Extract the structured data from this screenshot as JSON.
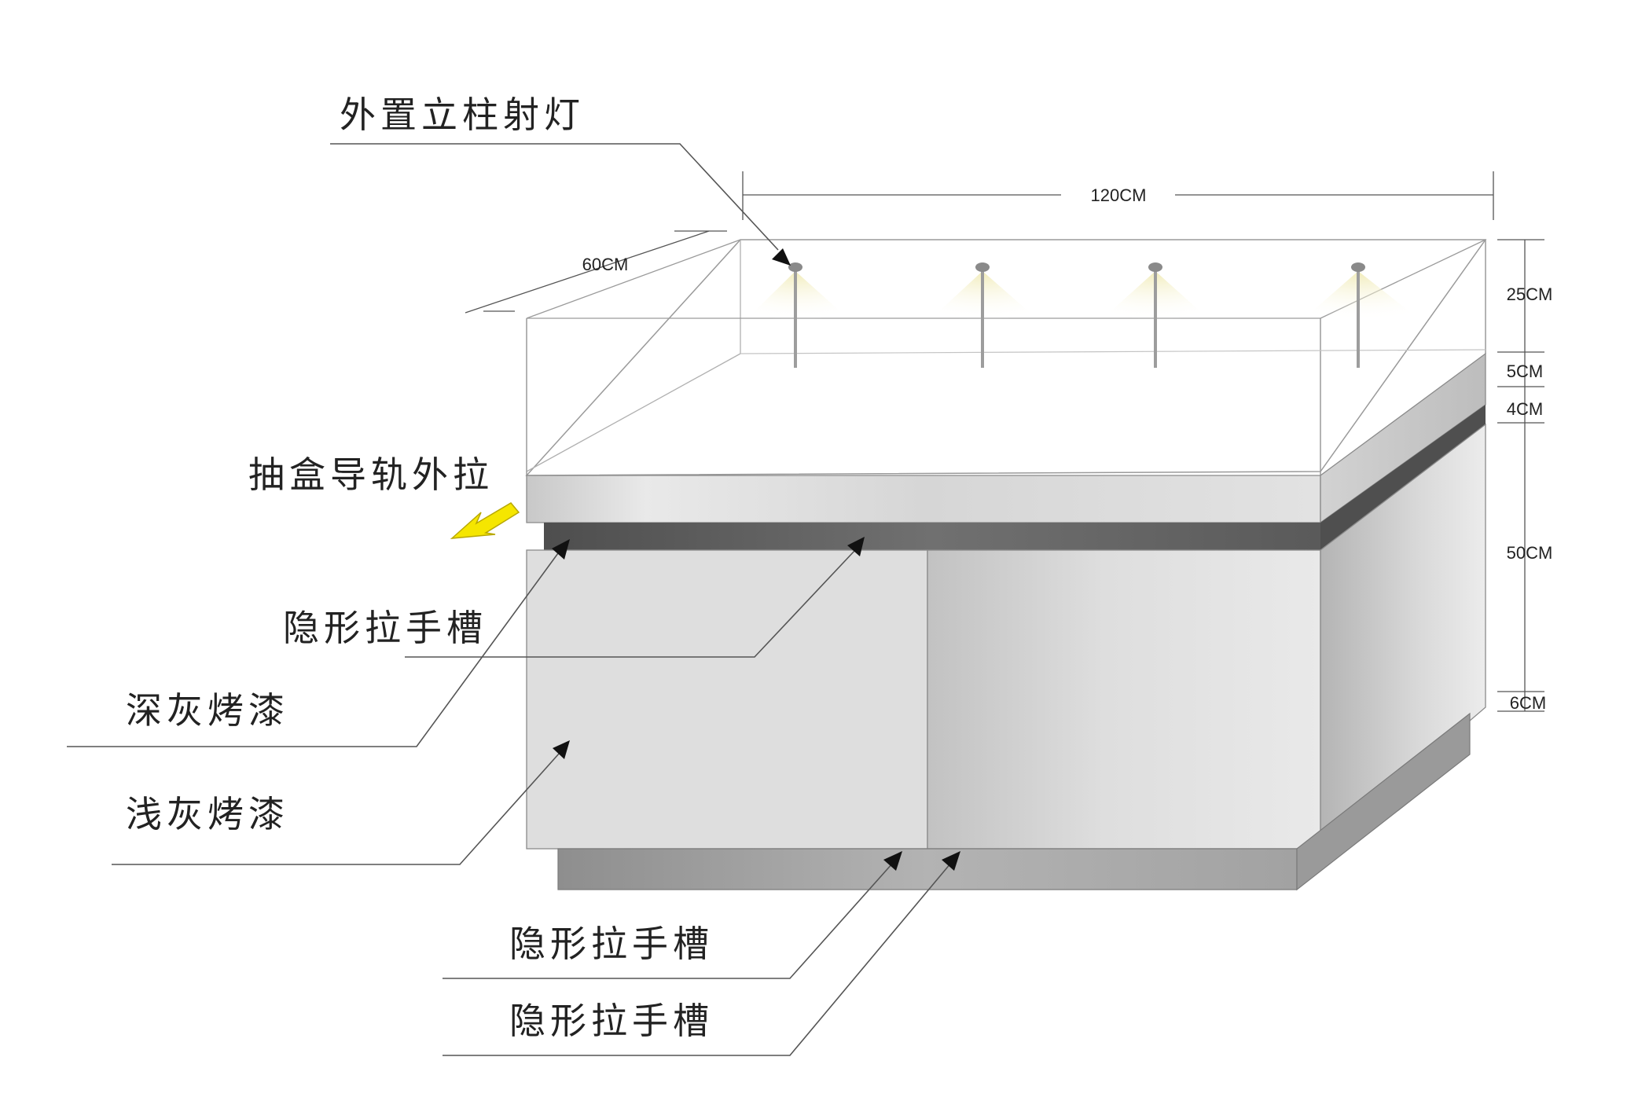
{
  "labels": {
    "spotlight": "外置立柱射灯",
    "drawer_rail": "抽盒导轨外拉",
    "hidden_handle_1": "隐形拉手槽",
    "dark_gray": "深灰烤漆",
    "light_gray": "浅灰烤漆",
    "hidden_handle_2": "隐形拉手槽",
    "hidden_handle_3": "隐形拉手槽"
  },
  "dimensions": {
    "width": "120CM",
    "depth": "60CM",
    "glass_height": "25CM",
    "top_panel": "5CM",
    "recess": "4CM",
    "cabinet": "50CM",
    "base": "6CM"
  },
  "colors": {
    "arrow_yellow": "#f5e600",
    "dark_gray": "#6b6b6b",
    "light_gray": "#dcdcdc",
    "spot_glow": "#f3efc6"
  }
}
